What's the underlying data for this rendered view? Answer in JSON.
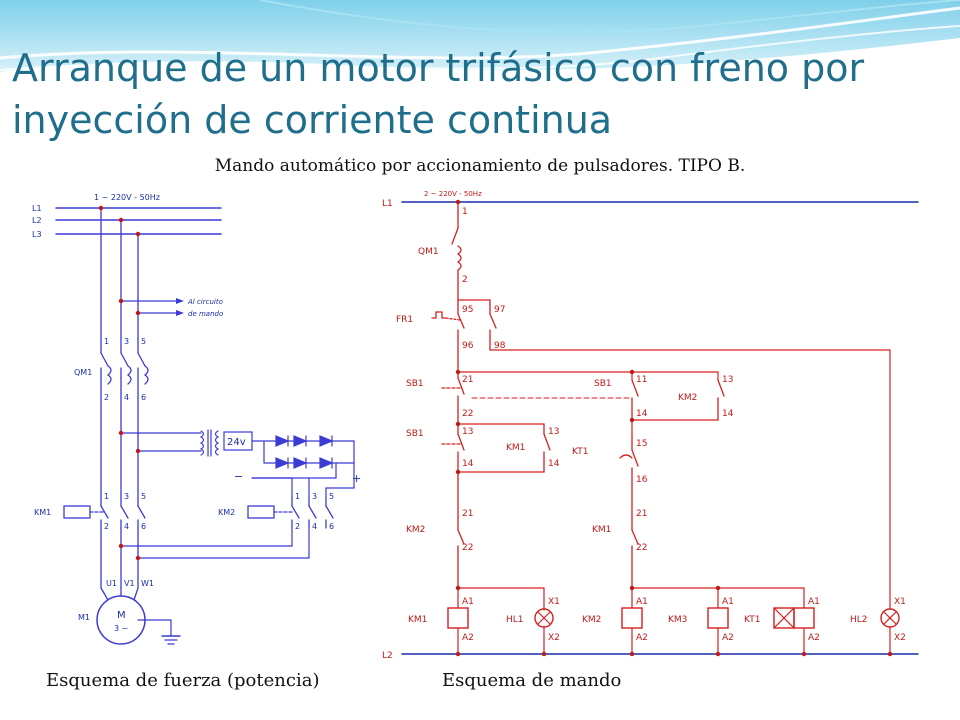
{
  "slide": {
    "title": "Arranque de un motor trifásico con freno por inyección de corriente continua",
    "subtitle": "Mando automático por accionamiento de pulsadores. TIPO B."
  },
  "captions": {
    "power": "Esquema de fuerza (potencia)",
    "control": "Esquema de mando"
  },
  "power_diagram": {
    "supply": "1 ~ 220V - 50Hz",
    "lines": [
      "L1",
      "L2",
      "L3"
    ],
    "control_circuit_note": [
      "Al circuito",
      "de mando"
    ],
    "qm1": {
      "label": "QM1",
      "top_terminals": [
        "1",
        "3",
        "5"
      ],
      "bottom_terminals": [
        "2",
        "4",
        "6"
      ]
    },
    "transformer_voltage": "24v",
    "km1": {
      "label": "KM1",
      "top_terminals": [
        "1",
        "3",
        "5"
      ],
      "bottom_terminals": [
        "2",
        "4",
        "6"
      ]
    },
    "km2": {
      "label": "KM2",
      "top_terminals": [
        "1",
        "3",
        "5"
      ],
      "bottom_terminals": [
        "2",
        "4",
        "6"
      ]
    },
    "motor": {
      "label": "M1",
      "terminals": [
        "U1",
        "V1",
        "W1"
      ],
      "symbol": "M",
      "phase": "3 ~"
    },
    "dc_minus": "−",
    "dc_plus": "+"
  },
  "control_diagram": {
    "l1": "L1",
    "l2": "L2",
    "supply": "2 ~ 220V - 50Hz",
    "qm1": {
      "label": "QM1",
      "terminals": [
        "1",
        "2"
      ]
    },
    "fr1": {
      "label": "FR1",
      "terminals": [
        "95",
        "96",
        "97",
        "98"
      ]
    },
    "sb1_stop": {
      "label": "SB1",
      "terminals": [
        "21",
        "22"
      ]
    },
    "sb1_mid": {
      "label": "SB1",
      "terminals": [
        "11",
        "14"
      ]
    },
    "sb1_start": {
      "label": "SB1",
      "terminals": [
        "13",
        "14"
      ]
    },
    "km1_aux": {
      "label": "KM1",
      "terminals": [
        "13",
        "14"
      ]
    },
    "km2_aux": {
      "label": "KM2",
      "terminals": [
        "13",
        "14"
      ]
    },
    "kt1_contact": {
      "label": "KT1",
      "terminals": [
        "15",
        "16"
      ]
    },
    "km2_nc": {
      "label": "KM2",
      "terminals": [
        "21",
        "22"
      ]
    },
    "km1_nc": {
      "label": "KM1",
      "terminals": [
        "21",
        "22"
      ]
    },
    "coils": [
      "KM1",
      "KM2",
      "KM3",
      "KT1"
    ],
    "coil_terminals": [
      "A1",
      "A2"
    ],
    "lamps": [
      "HL1",
      "HL2"
    ],
    "lamp_terminals": [
      "X1",
      "X2"
    ]
  },
  "colors": {
    "title": "#1f6e8c",
    "wire_power": "#3b3bd6",
    "wire_control": "#d62020",
    "component": "#c01818",
    "text_blue": "#1b2fa8"
  }
}
